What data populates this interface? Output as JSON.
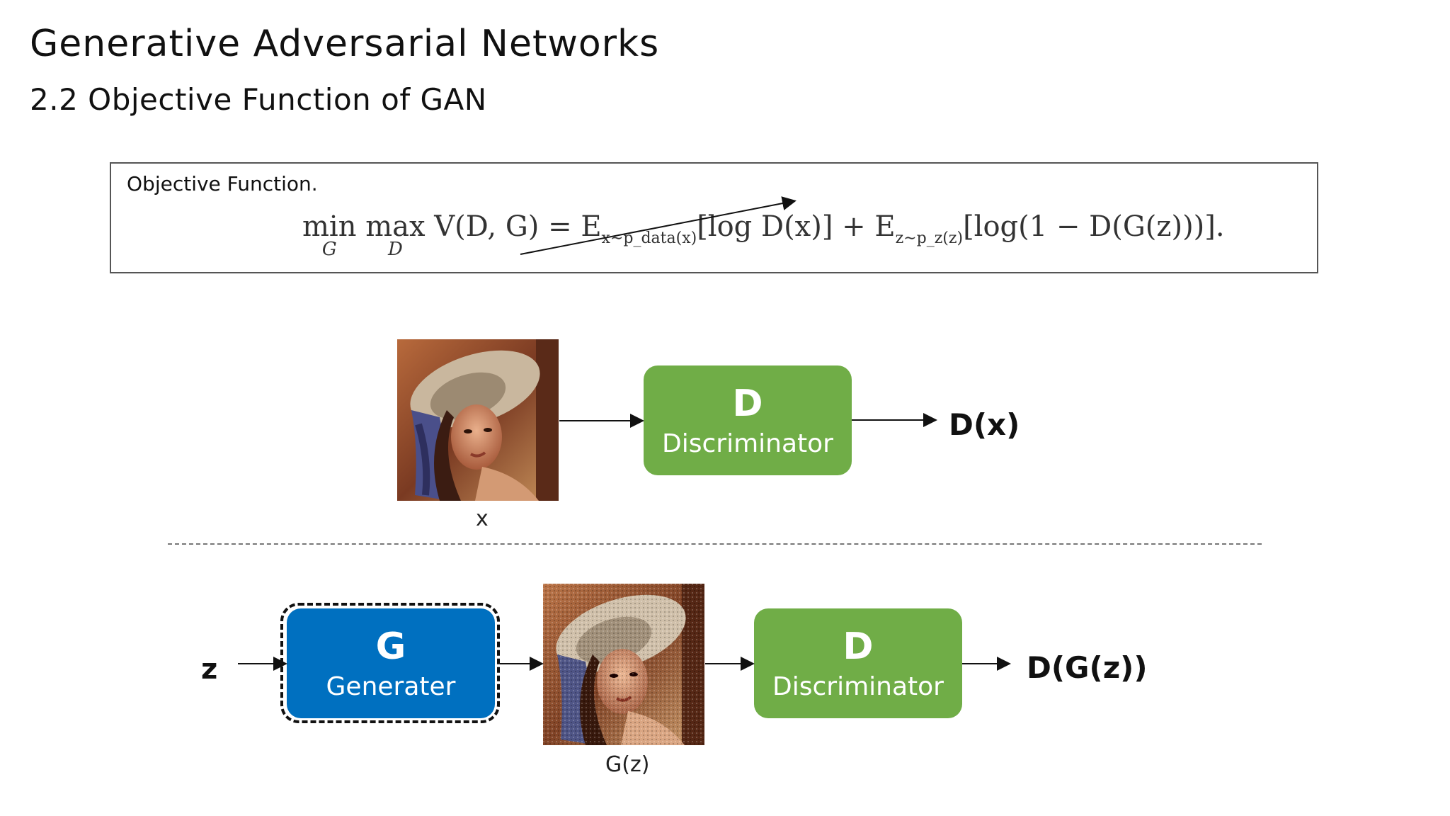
{
  "slide": {
    "title": "Generative Adversarial Networks",
    "subtitle": "2.2 Objective Function of GAN"
  },
  "objective": {
    "label": "Objective Function.",
    "formula": {
      "min": "min",
      "min_sub": "G",
      "max": "max",
      "max_sub": "D",
      "body_1": "V(D, G) = E",
      "sub_1": "x∼p_data(x)",
      "body_2": "[log D(x)] + E",
      "sub_2": "z∼p_z(z)",
      "body_3": "[log(1 − D(G(z)))]."
    }
  },
  "diagram": {
    "real_image_caption": "x",
    "discriminator_top": {
      "letter": "D",
      "name": "Discriminator"
    },
    "output_top": "D(x)",
    "noise_label": "z",
    "generator": {
      "letter": "G",
      "name": "Generater"
    },
    "fake_image_caption": "G(z)",
    "discriminator_bottom": {
      "letter": "D",
      "name": "Discriminator"
    },
    "output_bottom": "D(G(z))"
  },
  "colors": {
    "discriminator": "#70ad47",
    "generator": "#0070c0"
  }
}
